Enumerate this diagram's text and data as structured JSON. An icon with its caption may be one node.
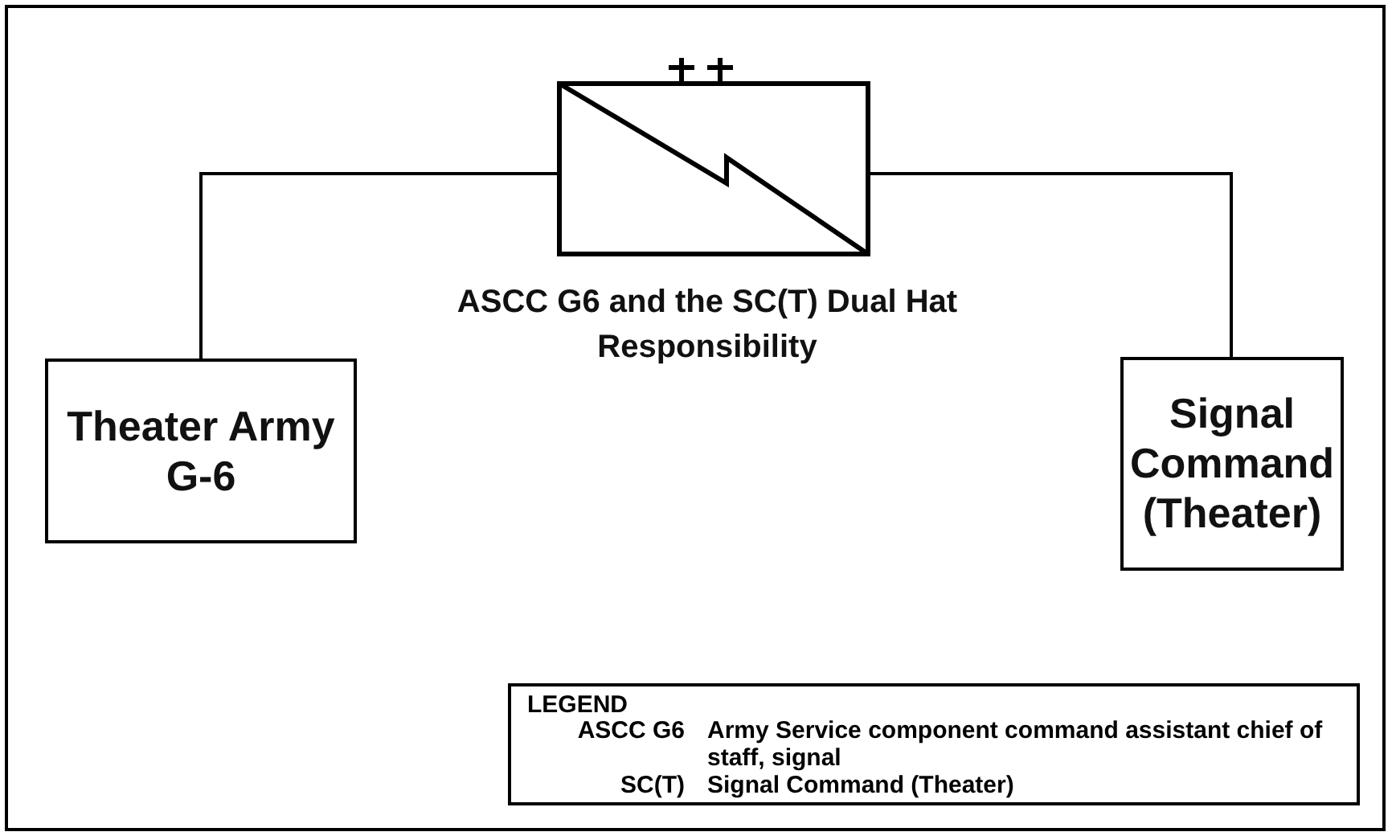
{
  "diagram": {
    "nodes": [
      {
        "text": [
          "ASCC G6 and the SC(T) Dual Hat Responsibility"
        ]
      },
      {
        "text": [
          "Theater Army G-6"
        ]
      },
      {
        "text": [
          "Signal Command (Theater)"
        ]
      }
    ],
    "edges": [
      {
        "from": 0,
        "to": 1,
        "arrow": "none"
      },
      {
        "from": 0,
        "to": 2,
        "arrow": "none"
      }
    ],
    "labels": [
      "LEGEND",
      "ASCC G6",
      "Army Service component command assistant chief of staff, signal",
      "SC(T)",
      "Signal Command (Theater)"
    ]
  }
}
